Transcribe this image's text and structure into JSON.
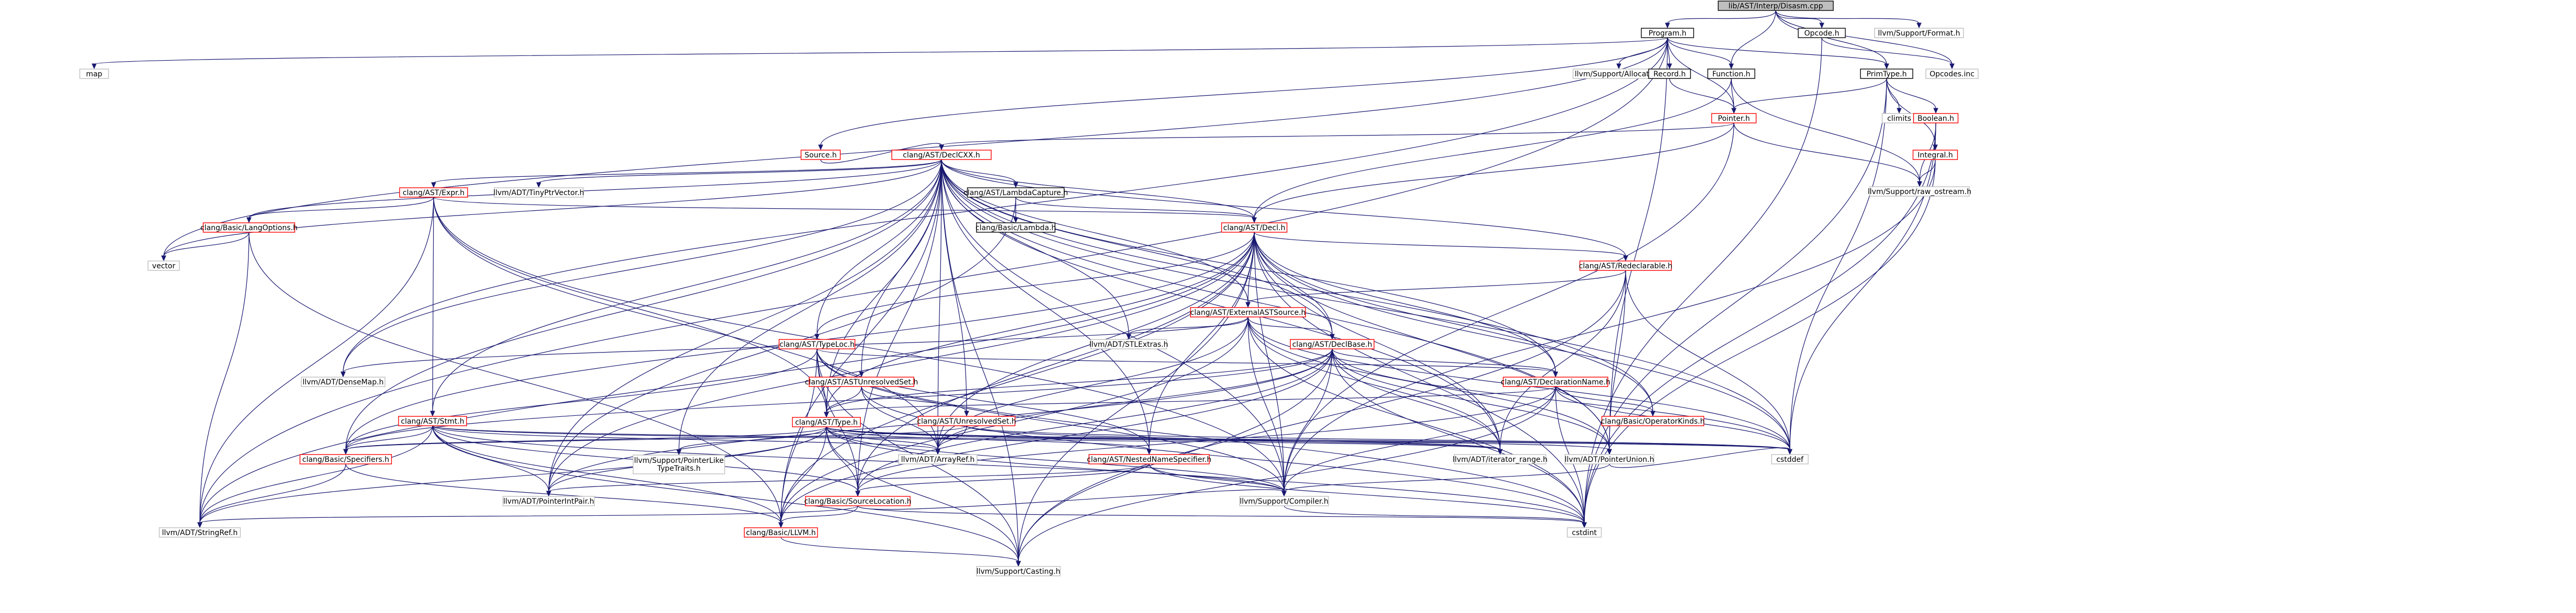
{
  "diagram": {
    "nodes": [
      {
        "id": "root",
        "label": "lib/AST/Interp/Disasm.cpp",
        "kind": "root"
      },
      {
        "id": "program",
        "label": "Program.h",
        "kind": "link"
      },
      {
        "id": "opcode",
        "label": "Opcode.h",
        "kind": "link"
      },
      {
        "id": "format",
        "label": "llvm/Support/Format.h",
        "kind": "plain"
      },
      {
        "id": "map",
        "label": "map",
        "kind": "plain"
      },
      {
        "id": "allocator",
        "label": "llvm/Support/Allocator.h",
        "kind": "plain"
      },
      {
        "id": "record",
        "label": "Record.h",
        "kind": "link"
      },
      {
        "id": "function",
        "label": "Function.h",
        "kind": "link"
      },
      {
        "id": "primtype",
        "label": "PrimType.h",
        "kind": "link"
      },
      {
        "id": "opcodesinc",
        "label": "Opcodes.inc",
        "kind": "plain"
      },
      {
        "id": "pointer",
        "label": "Pointer.h",
        "kind": "red"
      },
      {
        "id": "climits",
        "label": "climits",
        "kind": "plain"
      },
      {
        "id": "boolean",
        "label": "Boolean.h",
        "kind": "red"
      },
      {
        "id": "source",
        "label": "Source.h",
        "kind": "red"
      },
      {
        "id": "declcxx",
        "label": "clang/AST/DeclCXX.h",
        "kind": "red"
      },
      {
        "id": "integral",
        "label": "Integral.h",
        "kind": "red"
      },
      {
        "id": "rawostream",
        "label": "llvm/Support/raw_ostream.h",
        "kind": "plain"
      },
      {
        "id": "expr",
        "label": "clang/AST/Expr.h",
        "kind": "red"
      },
      {
        "id": "tinyptr",
        "label": "llvm/ADT/TinyPtrVector.h",
        "kind": "plain"
      },
      {
        "id": "lambdacap",
        "label": "clang/AST/LambdaCapture.h",
        "kind": "link"
      },
      {
        "id": "langopts",
        "label": "clang/Basic/LangOptions.h",
        "kind": "red"
      },
      {
        "id": "lambda",
        "label": "clang/Basic/Lambda.h",
        "kind": "link"
      },
      {
        "id": "decl",
        "label": "clang/AST/Decl.h",
        "kind": "red"
      },
      {
        "id": "vector",
        "label": "vector",
        "kind": "plain"
      },
      {
        "id": "redeclarable",
        "label": "clang/AST/Redeclarable.h",
        "kind": "red"
      },
      {
        "id": "extsource",
        "label": "clang/AST/ExternalASTSource.h",
        "kind": "red"
      },
      {
        "id": "densemap",
        "label": "llvm/ADT/DenseMap.h",
        "kind": "plain"
      },
      {
        "id": "typeloc",
        "label": "clang/AST/TypeLoc.h",
        "kind": "red"
      },
      {
        "id": "iextras",
        "label": "llvm/ADT/STLExtras.h",
        "kind": "plain"
      },
      {
        "id": "declbase",
        "label": "clang/AST/DeclBase.h",
        "kind": "red"
      },
      {
        "id": "astunresolved",
        "label": "clang/AST/ASTUnresolvedSet.h",
        "kind": "red"
      },
      {
        "id": "declname",
        "label": "clang/AST/DeclarationName.h",
        "kind": "red"
      },
      {
        "id": "stmt",
        "label": "clang/AST/Stmt.h",
        "kind": "red"
      },
      {
        "id": "unresolvedset",
        "label": "clang/AST/UnresolvedSet.h",
        "kind": "red"
      },
      {
        "id": "opkinds",
        "label": "clang/Basic/OperatorKinds.h",
        "kind": "red"
      },
      {
        "id": "type",
        "label": "clang/AST/Type.h",
        "kind": "red"
      },
      {
        "id": "specifiers",
        "label": "clang/Basic/Specifiers.h",
        "kind": "red"
      },
      {
        "id": "ptrliketraits",
        "label": "llvm/Support/PointerLikeTypeTraits.h",
        "kind": "plain"
      },
      {
        "id": "arrayref",
        "label": "llvm/ADT/ArrayRef.h",
        "kind": "plain"
      },
      {
        "id": "nns",
        "label": "clang/AST/NestedNameSpecifier.h",
        "kind": "red"
      },
      {
        "id": "iterrange",
        "label": "llvm/ADT/iterator_range.h",
        "kind": "plain"
      },
      {
        "id": "ptrunion",
        "label": "llvm/ADT/PointerUnion.h",
        "kind": "plain"
      },
      {
        "id": "cstddef",
        "label": "cstddef",
        "kind": "plain"
      },
      {
        "id": "ptrintpair",
        "label": "llvm/ADT/PointerIntPair.h",
        "kind": "plain"
      },
      {
        "id": "srcloc",
        "label": "clang/Basic/SourceLocation.h",
        "kind": "red"
      },
      {
        "id": "compiler",
        "label": "llvm/Support/Compiler.h",
        "kind": "plain"
      },
      {
        "id": "stringref",
        "label": "llvm/ADT/StringRef.h",
        "kind": "plain"
      },
      {
        "id": "llvmh",
        "label": "clang/Basic/LLVM.h",
        "kind": "red"
      },
      {
        "id": "cstdint",
        "label": "cstdint",
        "kind": "plain"
      },
      {
        "id": "casting",
        "label": "llvm/Support/Casting.h",
        "kind": "plain"
      }
    ],
    "edges": [
      [
        "root",
        "program"
      ],
      [
        "root",
        "opcode"
      ],
      [
        "root",
        "format"
      ],
      [
        "root",
        "function"
      ],
      [
        "root",
        "primtype"
      ],
      [
        "root",
        "opcodesinc"
      ],
      [
        "program",
        "map"
      ],
      [
        "program",
        "vector"
      ],
      [
        "program",
        "allocator"
      ],
      [
        "program",
        "record"
      ],
      [
        "program",
        "function"
      ],
      [
        "program",
        "pointer"
      ],
      [
        "program",
        "primtype"
      ],
      [
        "program",
        "source"
      ],
      [
        "program",
        "densemap"
      ],
      [
        "program",
        "stringref"
      ],
      [
        "program",
        "ptrunion"
      ],
      [
        "opcode",
        "opcodesinc"
      ],
      [
        "opcode",
        "cstdint"
      ],
      [
        "record",
        "pointer"
      ],
      [
        "function",
        "pointer"
      ],
      [
        "function",
        "decl"
      ],
      [
        "function",
        "rawostream"
      ],
      [
        "primtype",
        "climits"
      ],
      [
        "primtype",
        "boolean"
      ],
      [
        "primtype",
        "integral"
      ],
      [
        "primtype",
        "pointer"
      ],
      [
        "primtype",
        "cstddef"
      ],
      [
        "primtype",
        "cstdint"
      ],
      [
        "pointer",
        "declcxx"
      ],
      [
        "pointer",
        "decl"
      ],
      [
        "pointer",
        "compiler"
      ],
      [
        "pointer",
        "rawostream"
      ],
      [
        "boolean",
        "integral"
      ],
      [
        "boolean",
        "rawostream"
      ],
      [
        "boolean",
        "cstddef"
      ],
      [
        "boolean",
        "cstdint"
      ],
      [
        "integral",
        "rawostream"
      ],
      [
        "integral",
        "compiler"
      ],
      [
        "integral",
        "cstdint"
      ],
      [
        "source",
        "declcxx"
      ],
      [
        "declcxx",
        "expr"
      ],
      [
        "declcxx",
        "tinyptr"
      ],
      [
        "declcxx",
        "lambdacap"
      ],
      [
        "declcxx",
        "langopts"
      ],
      [
        "declcxx",
        "decl"
      ],
      [
        "declcxx",
        "vector"
      ],
      [
        "declcxx",
        "redeclarable"
      ],
      [
        "declcxx",
        "extsource"
      ],
      [
        "declcxx",
        "densemap"
      ],
      [
        "declcxx",
        "typeloc"
      ],
      [
        "declcxx",
        "iextras"
      ],
      [
        "declcxx",
        "declbase"
      ],
      [
        "declcxx",
        "astunresolved"
      ],
      [
        "declcxx",
        "declname"
      ],
      [
        "declcxx",
        "stmt"
      ],
      [
        "declcxx",
        "unresolvedset"
      ],
      [
        "declcxx",
        "opkinds"
      ],
      [
        "declcxx",
        "type"
      ],
      [
        "declcxx",
        "specifiers"
      ],
      [
        "declcxx",
        "ptrliketraits"
      ],
      [
        "declcxx",
        "arrayref"
      ],
      [
        "declcxx",
        "nns"
      ],
      [
        "declcxx",
        "iterrange"
      ],
      [
        "declcxx",
        "ptrunion"
      ],
      [
        "declcxx",
        "cstddef"
      ],
      [
        "declcxx",
        "ptrintpair"
      ],
      [
        "declcxx",
        "srcloc"
      ],
      [
        "declcxx",
        "compiler"
      ],
      [
        "declcxx",
        "llvmh"
      ],
      [
        "declcxx",
        "casting"
      ],
      [
        "expr",
        "langopts"
      ],
      [
        "expr",
        "decl"
      ],
      [
        "expr",
        "stmt"
      ],
      [
        "expr",
        "type"
      ],
      [
        "expr",
        "arrayref"
      ],
      [
        "expr",
        "compiler"
      ],
      [
        "expr",
        "stringref"
      ],
      [
        "lambdacap",
        "lambda"
      ],
      [
        "lambdacap",
        "decl"
      ],
      [
        "lambdacap",
        "ptrintpair"
      ],
      [
        "langopts",
        "vector"
      ],
      [
        "langopts",
        "llvmh"
      ],
      [
        "langopts",
        "stringref"
      ],
      [
        "decl",
        "redeclarable"
      ],
      [
        "decl",
        "extsource"
      ],
      [
        "decl",
        "typeloc"
      ],
      [
        "decl",
        "declbase"
      ],
      [
        "decl",
        "declname"
      ],
      [
        "decl",
        "type"
      ],
      [
        "decl",
        "specifiers"
      ],
      [
        "decl",
        "nns"
      ],
      [
        "decl",
        "opkinds"
      ],
      [
        "decl",
        "iterrange"
      ],
      [
        "decl",
        "ptrunion"
      ],
      [
        "decl",
        "cstddef"
      ],
      [
        "decl",
        "cstdint"
      ],
      [
        "decl",
        "ptrintpair"
      ],
      [
        "decl",
        "srcloc"
      ],
      [
        "decl",
        "compiler"
      ],
      [
        "decl",
        "llvmh"
      ],
      [
        "decl",
        "stringref"
      ],
      [
        "decl",
        "arrayref"
      ],
      [
        "decl",
        "casting"
      ],
      [
        "redeclarable",
        "extsource"
      ],
      [
        "redeclarable",
        "iterrange"
      ],
      [
        "redeclarable",
        "ptrunion"
      ],
      [
        "redeclarable",
        "cstddef"
      ],
      [
        "redeclarable",
        "casting"
      ],
      [
        "extsource",
        "densemap"
      ],
      [
        "extsource",
        "iextras"
      ],
      [
        "extsource",
        "declbase"
      ],
      [
        "extsource",
        "arrayref"
      ],
      [
        "extsource",
        "llvmh"
      ],
      [
        "extsource",
        "ptrunion"
      ],
      [
        "extsource",
        "cstddef"
      ],
      [
        "extsource",
        "cstdint"
      ],
      [
        "extsource",
        "iterrange"
      ],
      [
        "extsource",
        "compiler"
      ],
      [
        "typeloc",
        "type"
      ],
      [
        "typeloc",
        "declname"
      ],
      [
        "typeloc",
        "specifiers"
      ],
      [
        "typeloc",
        "nns"
      ],
      [
        "typeloc",
        "srcloc"
      ],
      [
        "typeloc",
        "compiler"
      ],
      [
        "typeloc",
        "casting"
      ],
      [
        "typeloc",
        "llvmh"
      ],
      [
        "typeloc",
        "cstdint"
      ],
      [
        "declbase",
        "declname"
      ],
      [
        "declbase",
        "specifiers"
      ],
      [
        "declbase",
        "arrayref"
      ],
      [
        "declbase",
        "iterrange"
      ],
      [
        "declbase",
        "ptrunion"
      ],
      [
        "declbase",
        "ptrintpair"
      ],
      [
        "declbase",
        "srcloc"
      ],
      [
        "declbase",
        "compiler"
      ],
      [
        "declbase",
        "llvmh"
      ],
      [
        "declbase",
        "casting"
      ],
      [
        "declbase",
        "cstddef"
      ],
      [
        "declbase",
        "cstdint"
      ],
      [
        "declbase",
        "type"
      ],
      [
        "astunresolved",
        "unresolvedset"
      ],
      [
        "astunresolved",
        "type"
      ],
      [
        "astunresolved",
        "arrayref"
      ],
      [
        "astunresolved",
        "cstdint"
      ],
      [
        "declname",
        "opkinds"
      ],
      [
        "declname",
        "type"
      ],
      [
        "declname",
        "cstdint"
      ],
      [
        "declname",
        "compiler"
      ],
      [
        "declname",
        "cstddef"
      ],
      [
        "declname",
        "srcloc"
      ],
      [
        "declname",
        "casting"
      ],
      [
        "stmt",
        "specifiers"
      ],
      [
        "stmt",
        "arrayref"
      ],
      [
        "stmt",
        "iterrange"
      ],
      [
        "stmt",
        "ptrintpair"
      ],
      [
        "stmt",
        "srcloc"
      ],
      [
        "stmt",
        "compiler"
      ],
      [
        "stmt",
        "llvmh"
      ],
      [
        "stmt",
        "cstddef"
      ],
      [
        "stmt",
        "casting"
      ],
      [
        "stmt",
        "stringref"
      ],
      [
        "unresolvedset",
        "specifiers"
      ],
      [
        "unresolvedset",
        "arrayref"
      ],
      [
        "unresolvedset",
        "cstddef"
      ],
      [
        "unresolvedset",
        "iterrange"
      ],
      [
        "type",
        "specifiers"
      ],
      [
        "type",
        "ptrliketraits"
      ],
      [
        "type",
        "arrayref"
      ],
      [
        "type",
        "nns"
      ],
      [
        "type",
        "iterrange"
      ],
      [
        "type",
        "ptrunion"
      ],
      [
        "type",
        "cstddef"
      ],
      [
        "type",
        "cstdint"
      ],
      [
        "type",
        "ptrintpair"
      ],
      [
        "type",
        "srcloc"
      ],
      [
        "type",
        "compiler"
      ],
      [
        "type",
        "llvmh"
      ],
      [
        "type",
        "casting"
      ],
      [
        "type",
        "stringref"
      ],
      [
        "specifiers",
        "llvmh"
      ],
      [
        "specifiers",
        "stringref"
      ],
      [
        "nns",
        "srcloc"
      ],
      [
        "nns",
        "compiler"
      ],
      [
        "nns",
        "cstdint"
      ],
      [
        "nns",
        "ptrintpair"
      ],
      [
        "srcloc",
        "stringref"
      ],
      [
        "srcloc",
        "llvmh"
      ],
      [
        "srcloc",
        "compiler"
      ],
      [
        "srcloc",
        "cstdint"
      ],
      [
        "ptrunion",
        "cstddef"
      ],
      [
        "ptrunion",
        "compiler"
      ],
      [
        "compiler",
        "cstdint"
      ],
      [
        "llvmh",
        "casting"
      ]
    ]
  },
  "colors": {
    "edge": "#191970",
    "node_border_link": "#000000",
    "node_border_red": "#ff0000",
    "node_border_plain": "#bfbfbf",
    "root_fill": "#bfbfbf",
    "node_fill": "#ffffff",
    "text": "#000000"
  }
}
